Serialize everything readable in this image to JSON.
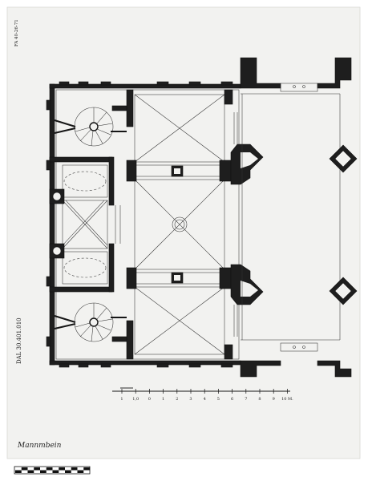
{
  "margin_note": "FA 40-26-71",
  "side_stamp": "DAL 30.401.010",
  "signature": "Mannmbein",
  "scale_ticks": [
    "1",
    "1,0",
    "0",
    "1",
    "2",
    "3",
    "4",
    "5",
    "6",
    "7",
    "8",
    "9",
    "10 M."
  ],
  "colors": {
    "paper": "#f2f2f0",
    "ink": "#161616",
    "background": "#ffffff"
  }
}
